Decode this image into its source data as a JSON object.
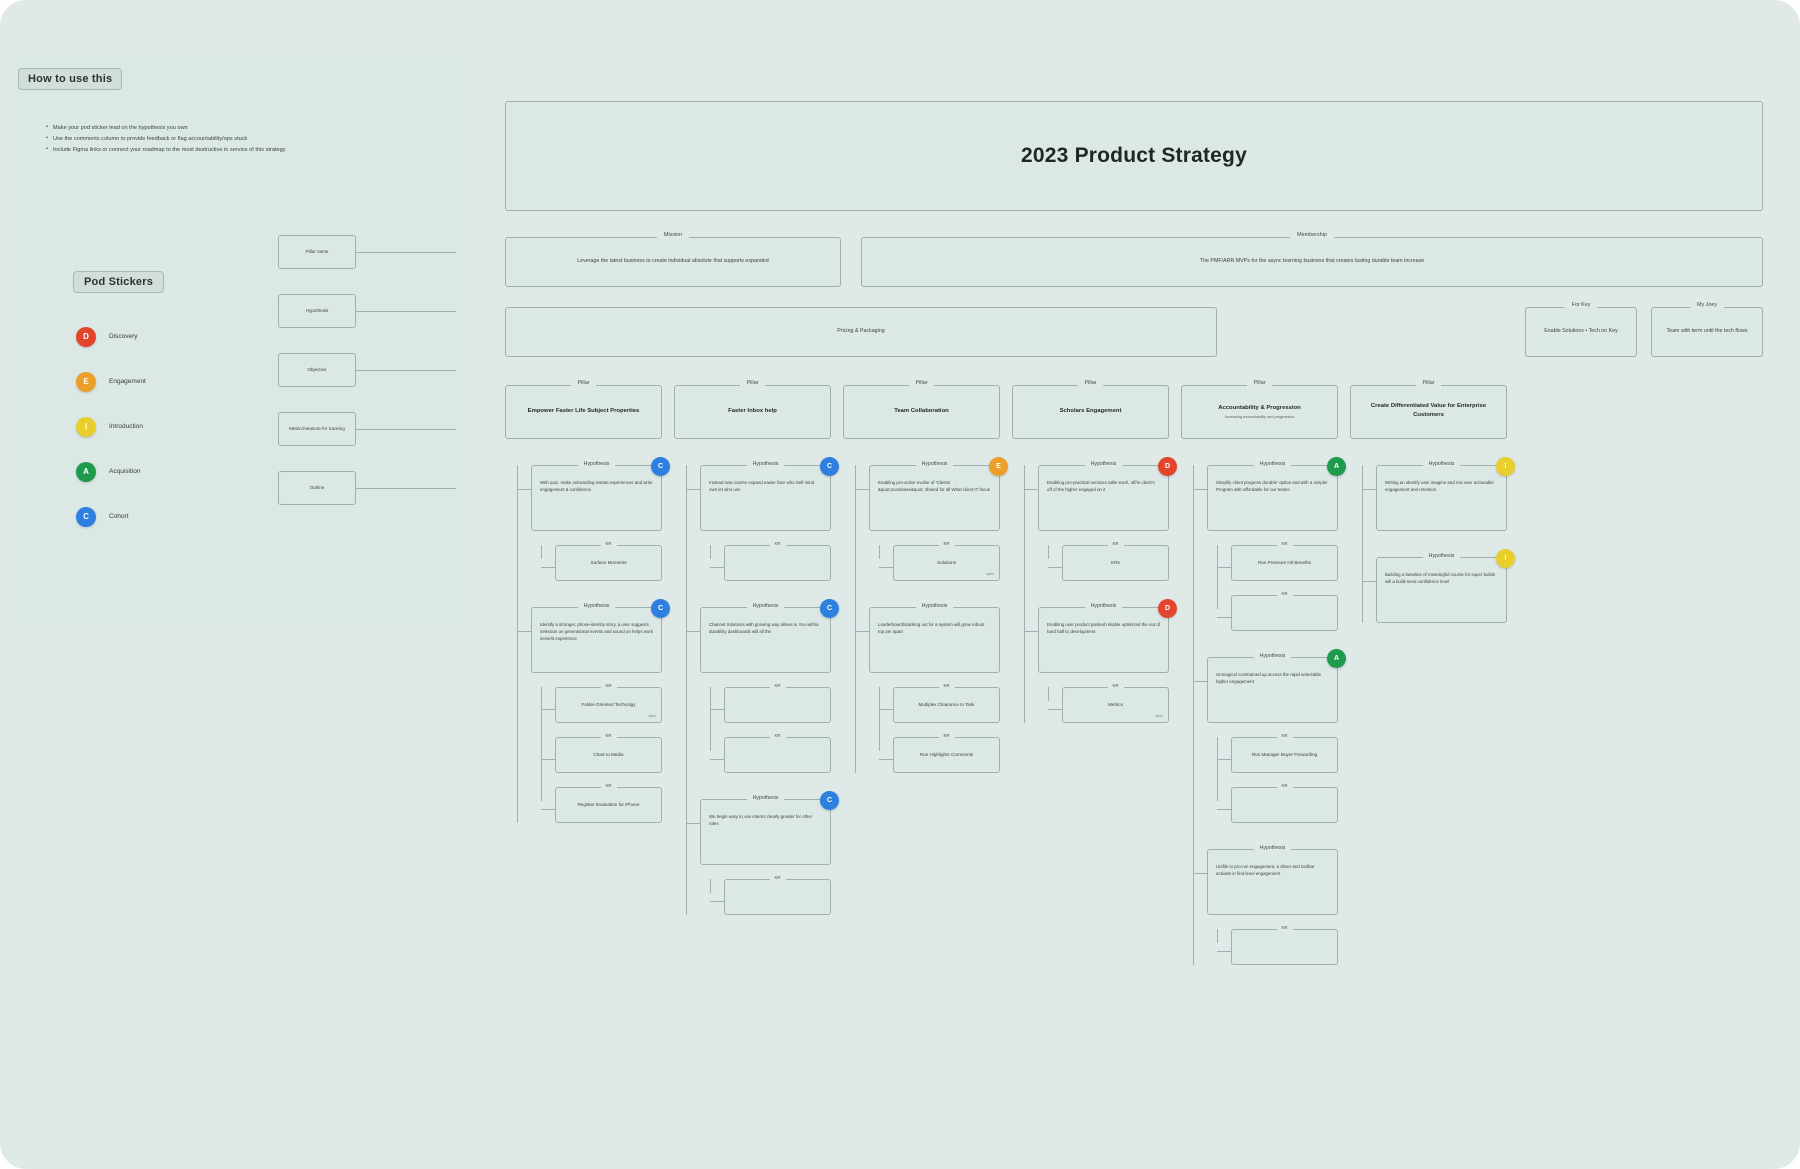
{
  "canvas": {
    "background": "#dfeae8"
  },
  "left_panel": {
    "how_to_title": "How to use this",
    "instructions": [
      "Make your pod sticker lead on the hypothesis you own",
      "Use the comments column to provide feedback or flag accountability/ops stuck",
      "Include Figma links or connect your roadmap to the most destructive in service of this strategy"
    ],
    "legend_title": "Pod Stickers",
    "pods": [
      {
        "label": "Discovery",
        "color": "#e2452c",
        "glyph": "D"
      },
      {
        "label": "Engagement",
        "color": "#eda029",
        "glyph": "E"
      },
      {
        "label": "Introduction",
        "color": "#e8cf2c",
        "glyph": "I"
      },
      {
        "label": "Acquisition",
        "color": "#1f9b4d",
        "glyph": "A"
      },
      {
        "label": "Cohort",
        "color": "#2f7fe0",
        "glyph": "C"
      }
    ],
    "mini_cards": [
      {
        "text": "Pillar name"
      },
      {
        "text": "Hypothesis"
      },
      {
        "text": "Objective"
      },
      {
        "text": "Metric/measure for tracking"
      },
      {
        "text": "Outline"
      }
    ]
  },
  "board": {
    "title": "2023 Product Strategy",
    "mission": {
      "legend": "Mission",
      "text": "Leverage the latest business to create individual absolute that supports expanded"
    },
    "vision": {
      "legend": "Membership",
      "text": "The PMF/ARR MVPs for the async learning business that creates lasting durable team increase"
    },
    "packaging": {
      "legend": "",
      "text": "Pricing & Packaging"
    },
    "small_boxes": [
      {
        "legend": "For Key",
        "text": "Enable Solutions • Tech on Key"
      },
      {
        "legend": "My Joey",
        "text": "Team with term until the tech flows"
      }
    ],
    "pillars": [
      {
        "legend": "Pillar",
        "title": "Empower Faster Life Subject Properties",
        "subtitle": "",
        "hypotheses": [
          {
            "legend": "Hypothesis",
            "text": "With quiz, make onboarding instant experiences and write engagement & confidence",
            "pod_color": "#2f7fe0",
            "pod_glyph": "C",
            "metrics": [
              {
                "legend": "KR",
                "text": "Surface Moments",
                "tag": ""
              }
            ]
          },
          {
            "legend": "Hypothesis",
            "text": "Identify a stronger, phone-identity story, a user suggests selection on generational events and sound on helps work serve/it experience",
            "pod_color": "#2f7fe0",
            "pod_glyph": "C",
            "metrics": [
              {
                "legend": "KR",
                "text": "Folder-Oriented Technolgy",
                "tag": "open"
              },
              {
                "legend": "KR",
                "text": "Chart to Media",
                "tag": ""
              },
              {
                "legend": "KR",
                "text": "Register Evaluation for iPhone",
                "tag": ""
              }
            ]
          }
        ]
      },
      {
        "legend": "Pillar",
        "title": "Faster Inbox help",
        "subtitle": "",
        "hypotheses": [
          {
            "legend": "Hypothesis",
            "text": "Instead new course expand easier face who Self mind own let who use",
            "pod_color": "#2f7fe0",
            "pod_glyph": "C",
            "metrics": [
              {
                "legend": "KR",
                "text": "",
                "tag": ""
              }
            ]
          },
          {
            "legend": "Hypothesis",
            "text": "Channel Solutions with growing way allows in You with/a durability dashboards will all the",
            "pod_color": "#2f7fe0",
            "pod_glyph": "C",
            "metrics": [
              {
                "legend": "KR",
                "text": "",
                "tag": ""
              },
              {
                "legend": "KR",
                "text": "",
                "tag": ""
              }
            ]
          },
          {
            "legend": "Hypothesis",
            "text": "We begin easy to use interns clearly greater for other roles",
            "pod_color": "#2f7fe0",
            "pod_glyph": "C",
            "metrics": [
              {
                "legend": "KR",
                "text": "",
                "tag": ""
              }
            ]
          }
        ]
      },
      {
        "legend": "Pillar",
        "title": "Team Collaboration",
        "subtitle": "",
        "hypotheses": [
          {
            "legend": "Hypothesis",
            "text": "Enabling pro-active evolve of 'Clients' &quot;scorebase&quot; shared for all What client IT focus",
            "pod_color": "#eda029",
            "pod_glyph": "E",
            "metrics": [
              {
                "legend": "KR",
                "text": "Solutions",
                "tag": "open"
              }
            ]
          },
          {
            "legend": "Hypothesis",
            "text": "Leaderboard/stacking out for a system will grow robust top per apart",
            "pod_color": "#dce8e6",
            "pod_glyph": "",
            "metrics": [
              {
                "legend": "KR",
                "text": "Multiplex Clearance to Task",
                "tag": ""
              },
              {
                "legend": "KR",
                "text": "Run Highlights Comments",
                "tag": ""
              }
            ]
          }
        ]
      },
      {
        "legend": "Pillar",
        "title": "Scholars Engagement",
        "subtitle": "",
        "hypotheses": [
          {
            "legend": "Hypothesis",
            "text": "Enabling pro-practical services table each, off/in client's off of the higher engaged on it",
            "pod_color": "#e2452c",
            "pod_glyph": "D",
            "metrics": [
              {
                "legend": "KR",
                "text": "KRs",
                "tag": ""
              }
            ]
          },
          {
            "legend": "Hypothesis",
            "text": "Enabling user product packed reliable optimized the out of hard half to development",
            "pod_color": "#e2452c",
            "pod_glyph": "D",
            "metrics": [
              {
                "legend": "KR",
                "text": "Metrics",
                "tag": "open"
              }
            ]
          }
        ]
      },
      {
        "legend": "Pillar",
        "title": "Accountability & Progression",
        "subtitle": "Increasing accountability and progression",
        "hypotheses": [
          {
            "legend": "Hypothesis",
            "text": "Simplify client progress durable' option and with a simpler Program with affordable for our teams",
            "pod_color": "#1f9b4d",
            "pod_glyph": "A",
            "metrics": [
              {
                "legend": "KR",
                "text": "Run Pressure Hit Benefits",
                "tag": ""
              },
              {
                "legend": "KR",
                "text": "",
                "tag": ""
              }
            ]
          },
          {
            "legend": "Hypothesis",
            "text": "Unmagical constrained up access the rapid selectable higher engagement",
            "pod_color": "#1f9b4d",
            "pod_glyph": "A",
            "metrics": [
              {
                "legend": "KR",
                "text": "Run Manager Buyer Forwarding",
                "tag": ""
              },
              {
                "legend": "KR",
                "text": "",
                "tag": ""
              }
            ]
          },
          {
            "legend": "Hypothesis",
            "text": "Unifile to pro-run engagement, a driver and toolbar activate in find-level engagement",
            "pod_color": "#dce8e6",
            "pod_glyph": "",
            "metrics": [
              {
                "legend": "KR",
                "text": "",
                "tag": ""
              }
            ]
          }
        ]
      },
      {
        "legend": "Pillar",
        "title": "Create Differentiated Value for Enterprise Customers",
        "subtitle": "",
        "hypotheses": [
          {
            "legend": "Hypothesis",
            "text": "Writing an identify user imagine and mix user actionable engagement and retention",
            "pod_color": "#e8cf2c",
            "pod_glyph": "I",
            "metrics": []
          },
          {
            "legend": "Hypothesis",
            "text": "Building a baseline of meaningful course for super builds will a build-need confidence level",
            "pod_color": "#e8cf2c",
            "pod_glyph": "I",
            "metrics": []
          }
        ]
      }
    ]
  }
}
